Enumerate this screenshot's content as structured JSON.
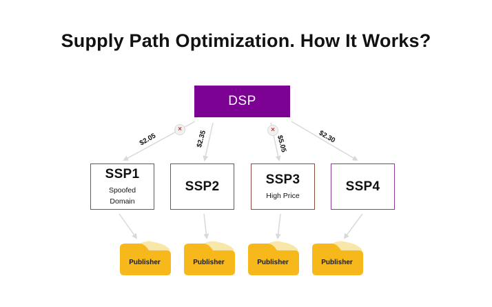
{
  "title": "Supply Path Optimization. How It Works?",
  "dsp": {
    "label": "DSP"
  },
  "ssps": [
    {
      "name": "SSP1",
      "note": "Spoofed\nDomain",
      "rejected": true
    },
    {
      "name": "SSP2",
      "note": "",
      "rejected": false
    },
    {
      "name": "SSP3",
      "note": "High Price",
      "rejected": true
    },
    {
      "name": "SSP4",
      "note": "",
      "rejected": false
    }
  ],
  "prices": [
    "$2.05",
    "$2.35",
    "$5.05",
    "$2.30"
  ],
  "publishers": [
    "Publisher",
    "Publisher",
    "Publisher",
    "Publisher"
  ],
  "colors": {
    "dsp": "#7b0293",
    "publisher_front": "#f6b81b",
    "publisher_back": "#f8e7a8",
    "arrow": "#d9d9d9",
    "reject_mark": "#c0392b"
  },
  "icons": {
    "reject": "close-icon"
  }
}
